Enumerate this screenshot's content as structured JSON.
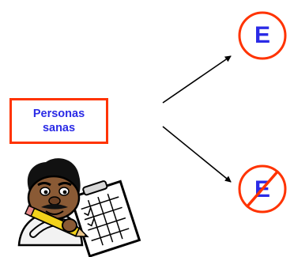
{
  "source": {
    "label_line1": "Personas",
    "label_line2": "sanas"
  },
  "outcomes": {
    "exposed": {
      "letter": "E"
    },
    "not_exposed": {
      "letter": "E",
      "crossed_out": true
    }
  },
  "colors": {
    "accent_red": "#ff3300",
    "text_blue": "#2b2be6",
    "arrow": "#000000"
  },
  "illustration": {
    "icon": "person-writing-on-clipboard-icon"
  }
}
